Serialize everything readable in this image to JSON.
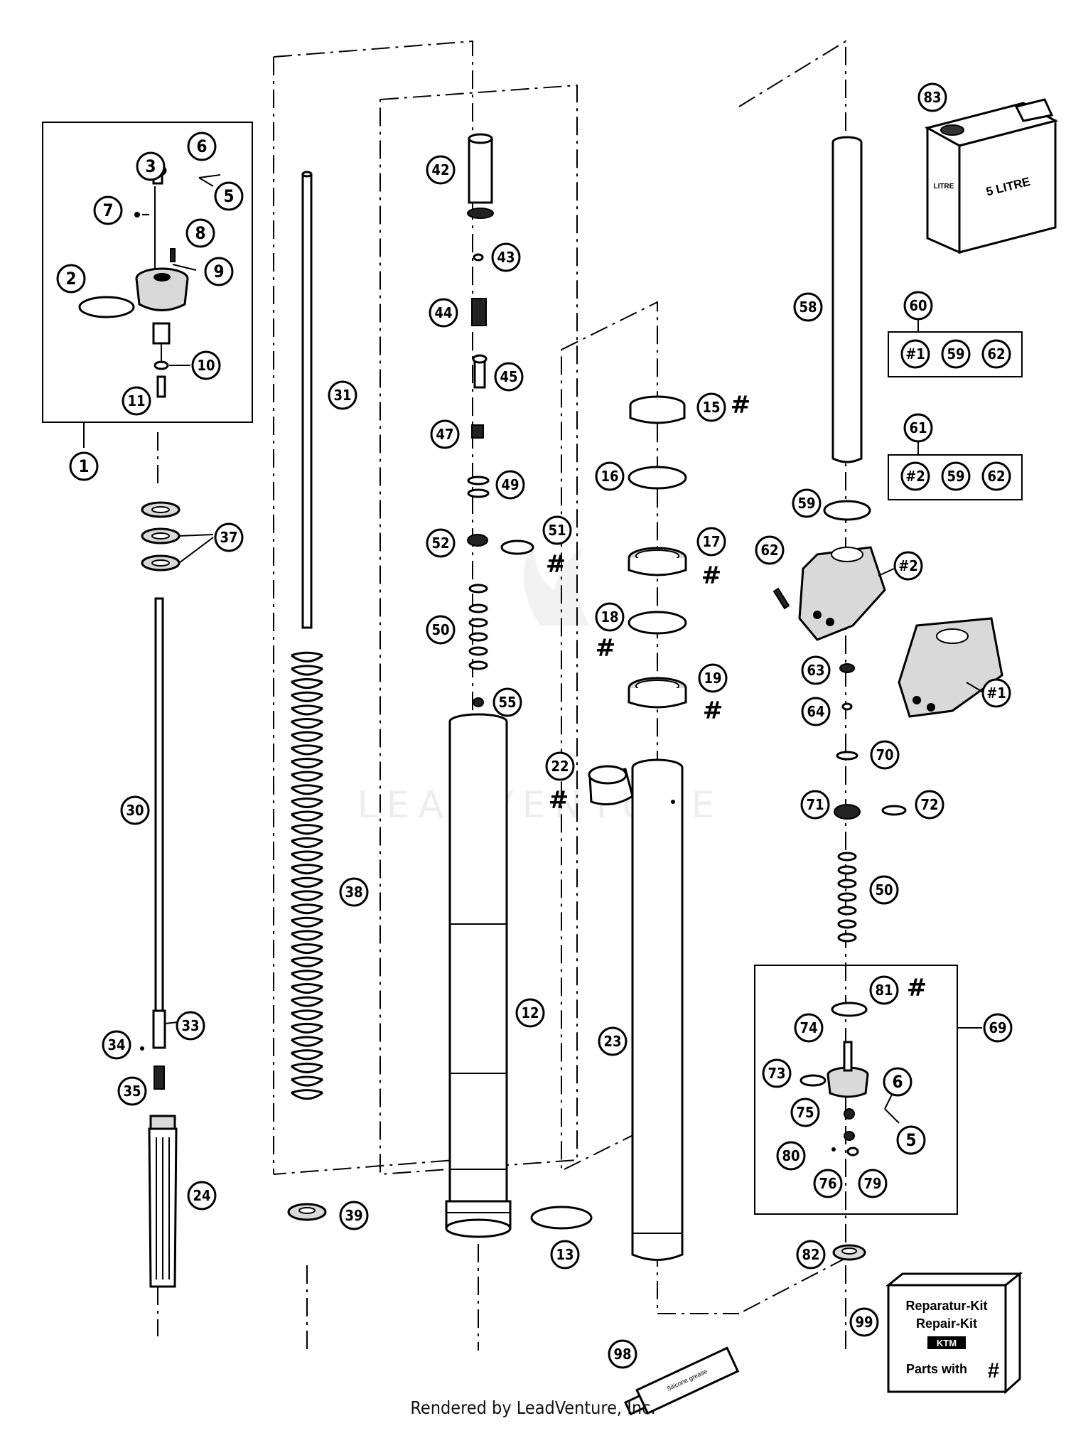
{
  "diagram": {
    "callouts": [
      {
        "id": "c1",
        "label": "1"
      },
      {
        "id": "c2",
        "label": "2"
      },
      {
        "id": "c3",
        "label": "3"
      },
      {
        "id": "c5a",
        "label": "5"
      },
      {
        "id": "c6a",
        "label": "6"
      },
      {
        "id": "c7",
        "label": "7"
      },
      {
        "id": "c8",
        "label": "8"
      },
      {
        "id": "c9",
        "label": "9"
      },
      {
        "id": "c10",
        "label": "10"
      },
      {
        "id": "c11",
        "label": "11"
      },
      {
        "id": "c37",
        "label": "37"
      },
      {
        "id": "c30",
        "label": "30"
      },
      {
        "id": "c33",
        "label": "33"
      },
      {
        "id": "c34",
        "label": "34"
      },
      {
        "id": "c35",
        "label": "35"
      },
      {
        "id": "c24",
        "label": "24"
      },
      {
        "id": "c31",
        "label": "31"
      },
      {
        "id": "c38",
        "label": "38"
      },
      {
        "id": "c39",
        "label": "39"
      },
      {
        "id": "c42",
        "label": "42"
      },
      {
        "id": "c43",
        "label": "43"
      },
      {
        "id": "c44",
        "label": "44"
      },
      {
        "id": "c45",
        "label": "45"
      },
      {
        "id": "c47",
        "label": "47"
      },
      {
        "id": "c49",
        "label": "49"
      },
      {
        "id": "c52",
        "label": "52"
      },
      {
        "id": "c51",
        "label": "51"
      },
      {
        "id": "c50a",
        "label": "50"
      },
      {
        "id": "c55",
        "label": "55"
      },
      {
        "id": "c12",
        "label": "12"
      },
      {
        "id": "c13",
        "label": "13"
      },
      {
        "id": "c22",
        "label": "22"
      },
      {
        "id": "c15",
        "label": "15"
      },
      {
        "id": "c16",
        "label": "16"
      },
      {
        "id": "c17",
        "label": "17"
      },
      {
        "id": "c18",
        "label": "18"
      },
      {
        "id": "c19",
        "label": "19"
      },
      {
        "id": "c23",
        "label": "23"
      },
      {
        "id": "c98",
        "label": "98"
      },
      {
        "id": "c83",
        "label": "83"
      },
      {
        "id": "c58",
        "label": "58"
      },
      {
        "id": "c60",
        "label": "60"
      },
      {
        "id": "c61",
        "label": "61"
      },
      {
        "id": "c59",
        "label": "59"
      },
      {
        "id": "c62",
        "label": "62"
      },
      {
        "id": "c63",
        "label": "63"
      },
      {
        "id": "c64",
        "label": "64"
      },
      {
        "id": "c70",
        "label": "70"
      },
      {
        "id": "c71",
        "label": "71"
      },
      {
        "id": "c72",
        "label": "72"
      },
      {
        "id": "c50b",
        "label": "50"
      },
      {
        "id": "c81",
        "label": "81"
      },
      {
        "id": "c69",
        "label": "69"
      },
      {
        "id": "c74",
        "label": "74"
      },
      {
        "id": "c73",
        "label": "73"
      },
      {
        "id": "c6b",
        "label": "6"
      },
      {
        "id": "c75",
        "label": "75"
      },
      {
        "id": "c5b",
        "label": "5"
      },
      {
        "id": "c80",
        "label": "80"
      },
      {
        "id": "c76",
        "label": "76"
      },
      {
        "id": "c79",
        "label": "79"
      },
      {
        "id": "c82",
        "label": "82"
      },
      {
        "id": "c99",
        "label": "99"
      },
      {
        "id": "k60a",
        "label": "#1"
      },
      {
        "id": "k60b",
        "label": "59"
      },
      {
        "id": "k60c",
        "label": "62"
      },
      {
        "id": "k61a",
        "label": "#2"
      },
      {
        "id": "k61b",
        "label": "59"
      },
      {
        "id": "k61c",
        "label": "62"
      },
      {
        "id": "c_h2",
        "label": "#2"
      },
      {
        "id": "c_h1",
        "label": "#1"
      }
    ],
    "hash_marks": [
      {
        "id": "h15",
        "label": "#"
      },
      {
        "id": "h17",
        "label": "#"
      },
      {
        "id": "h18",
        "label": "#"
      },
      {
        "id": "h19",
        "label": "#"
      },
      {
        "id": "h22",
        "label": "#"
      },
      {
        "id": "h51",
        "label": "#"
      },
      {
        "id": "h81",
        "label": "#"
      }
    ],
    "oil_can_label": "5 LITRE",
    "oil_can_side_label": "LITRE",
    "grease_tube_label": "Silicone grease",
    "repair_kit": {
      "line1": "Reparatur-Kit",
      "line2": "Repair-Kit",
      "logo": "KTM",
      "line3": "Parts with",
      "hash": "#"
    },
    "watermark": "LEADVENTURE"
  },
  "footer": {
    "text": "Rendered by LeadVenture, Inc."
  }
}
